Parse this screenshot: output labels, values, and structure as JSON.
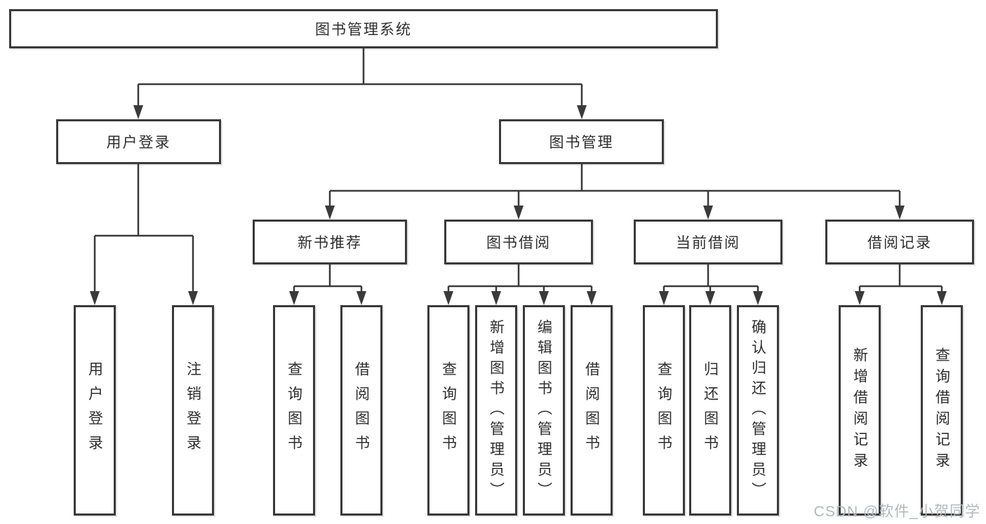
{
  "tree": {
    "label": "图书管理系统",
    "children": [
      {
        "label": "用户登录",
        "children": [
          {
            "label": "用户登录"
          },
          {
            "label": "注销登录"
          }
        ]
      },
      {
        "label": "图书管理",
        "children": [
          {
            "label": "新书推荐",
            "children": [
              {
                "label": "查询图书"
              },
              {
                "label": "借阅图书"
              }
            ]
          },
          {
            "label": "图书借阅",
            "children": [
              {
                "label": "查询图书"
              },
              {
                "label": "新增图书（管理员）"
              },
              {
                "label": "编辑图书（管理员）"
              },
              {
                "label": "借阅图书"
              }
            ]
          },
          {
            "label": "当前借阅",
            "children": [
              {
                "label": "查询图书"
              },
              {
                "label": "归还图书"
              },
              {
                "label": "确认归还（管理员）"
              }
            ]
          },
          {
            "label": "借阅记录",
            "children": [
              {
                "label": "新增借阅记录"
              },
              {
                "label": "查询借阅记录"
              }
            ]
          }
        ]
      }
    ]
  },
  "watermark": {
    "text": "CSDN @软件_小贺同学"
  },
  "colors": {
    "line": "#3a3a3a",
    "box_border": "#3a3a3a",
    "text": "#2e2e2e",
    "box_background": "#ffffff",
    "background": "#ffffff",
    "watermark": "#b3b7bc"
  }
}
